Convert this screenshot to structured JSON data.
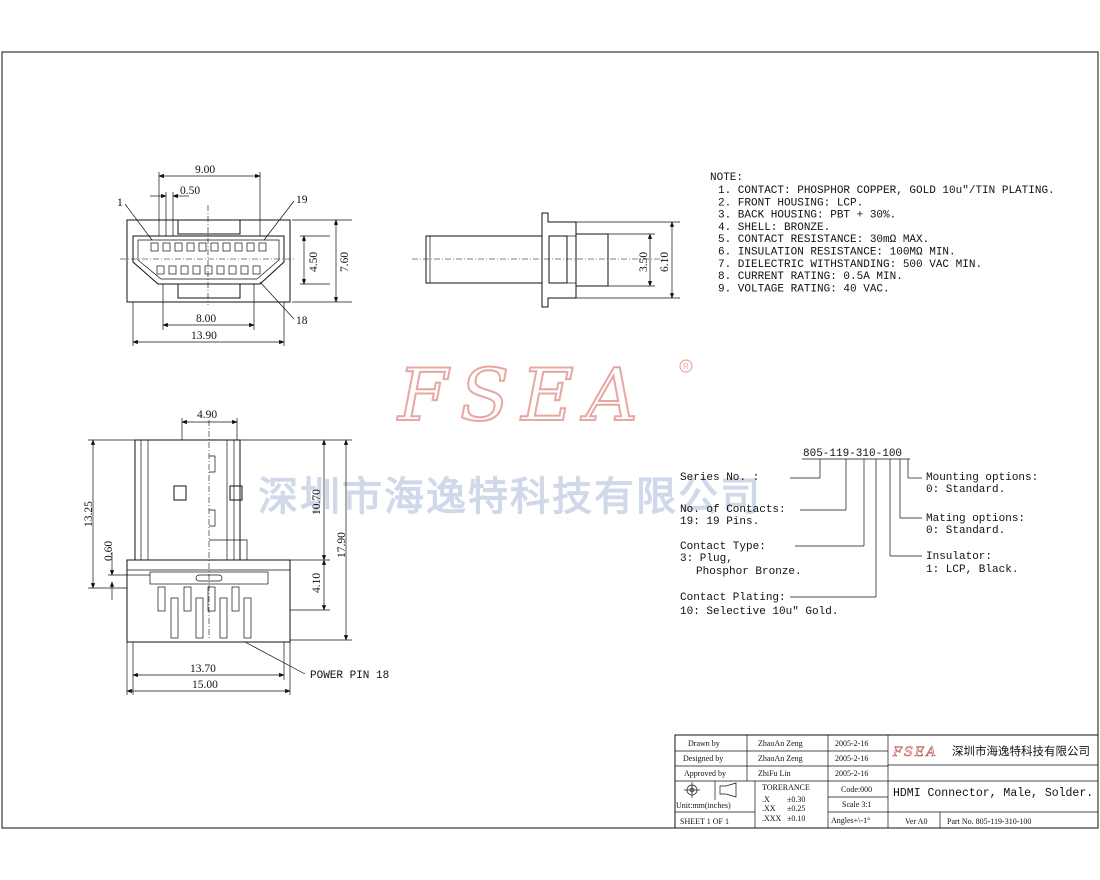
{
  "dims": {
    "front_w900": "9.00",
    "front_w050": "0.50",
    "front_w800": "8.00",
    "front_w1390": "13.90",
    "front_h450": "4.50",
    "front_h760": "7.60",
    "pin1": "1",
    "pin19": "19",
    "pin18": "18",
    "side_h350": "3.50",
    "side_h610": "6.10",
    "top_w490": "4.90",
    "top_h1325": "13.25",
    "top_h060": "0.60",
    "top_h1070": "10.70",
    "top_h1790": "17.90",
    "top_h410": "4.10",
    "top_w1370": "13.70",
    "top_w1500": "15.00",
    "power_pin": "POWER PIN 18"
  },
  "notes": {
    "title": "NOTE:",
    "items": [
      "1. CONTACT: PHOSPHOR COPPER, GOLD 10u\"/TIN PLATING.",
      "2. FRONT HOUSING: LCP.",
      "3. BACK HOUSING: PBT + 30%.",
      "4. SHELL: BRONZE.",
      "5. CONTACT RESISTANCE: 30mΩ  MAX.",
      "6. INSULATION RESISTANCE: 100MΩ  MIN.",
      "7. DIELECTRIC WITHSTANDING: 500 VAC MIN.",
      "8. CURRENT RATING: 0.5A MIN.",
      "9. VOLTAGE RATING: 40 VAC."
    ]
  },
  "part_code": {
    "code": "805-119-310-100",
    "series": "Series No. :",
    "contacts_label": "No. of Contacts:",
    "contacts_value": "19: 19 Pins.",
    "type_label": "Contact Type:",
    "type_value1": "3: Plug,",
    "type_value2": "Phosphor Bronze.",
    "plating_label": "Contact Plating:",
    "plating_value": "10: Selective 10u\" Gold.",
    "mounting_label": "Mounting options:",
    "mounting_value": "0: Standard.",
    "mating_label": "Mating options:",
    "mating_value": "0: Standard.",
    "insulator_label": "Insulator:",
    "insulator_value": "1: LCP, Black."
  },
  "watermark": {
    "logo": "FSEA",
    "company": "深圳市海逸特科技有限公司",
    "reg": "R"
  },
  "title_block": {
    "drawn_label": "Drawn   by",
    "drawn_name": "ZhaoAn Zeng",
    "drawn_date": "2005-2-16",
    "designed_label": "Designed by",
    "designed_name": "ZhaoAn Zeng",
    "designed_date": "2005-2-16",
    "approved_label": "Approved by",
    "approved_name": "ZhiFu Lin",
    "approved_date": "2005-2-16",
    "tolerance": "TORERANCE",
    "tol_x": ".X",
    "tol_x_val": "±0.30",
    "tol_xx": ".XX",
    "tol_xx_val": "±0.25",
    "tol_xxx": ".XXX",
    "tol_xxx_val": "±0.10",
    "units": "Unit:mm(inches)",
    "sheet": "SHEET 1 OF 1",
    "code": "Code:000",
    "scale": "Scale 3:1",
    "angles": "Angles+\\-1°",
    "logo": "FSEA",
    "company": "深圳市海逸特科技有限公司",
    "title": "HDMI Connector, Male, Solder.",
    "ver": "Ver A0",
    "part_no": "Part No. 805-119-310-100"
  }
}
